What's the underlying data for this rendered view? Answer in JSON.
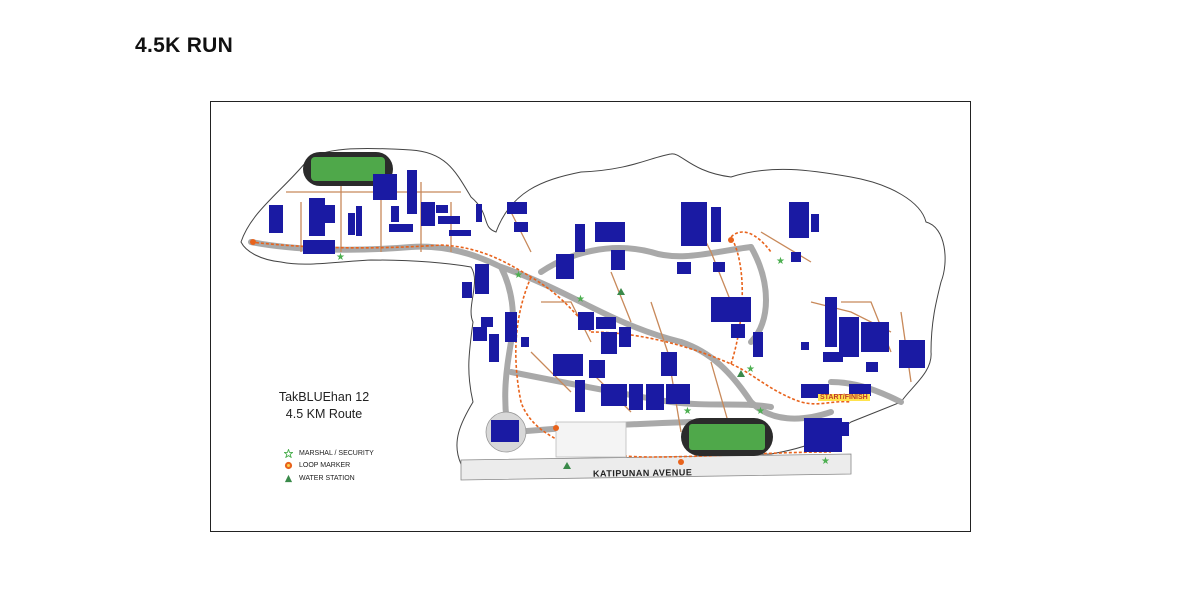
{
  "page": {
    "title": "4.5K RUN"
  },
  "map": {
    "route_title_line1": "TakBLUEhan 12",
    "route_title_line2": "4.5 KM Route",
    "street_label": "KATIPUNAN AVENUE",
    "start_finish_label": "START/FINISH",
    "legend": [
      {
        "icon": "star-icon",
        "label": "MARSHAL / SECURITY",
        "color": "#4caf50"
      },
      {
        "icon": "loop-marker-icon",
        "label": "LOOP MARKER",
        "color": "#e8631c"
      },
      {
        "icon": "triangle-icon",
        "label": "WATER STATION",
        "color": "#3a8a4a"
      }
    ],
    "colors": {
      "building": "#1a1aa3",
      "field": "#4fa84a",
      "road": "#a9a9a9",
      "route": "#c8895a",
      "outline": "#444444"
    }
  }
}
